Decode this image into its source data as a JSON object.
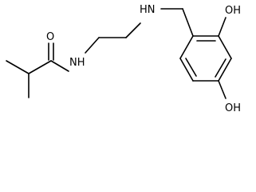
{
  "molecule": {
    "atoms": {
      "carbonyl_oxygen": "O",
      "amide_nh": "NH",
      "amine_nh": "HN",
      "ring_oh_top": "OH",
      "ring_oh_bottom": "OH"
    }
  }
}
